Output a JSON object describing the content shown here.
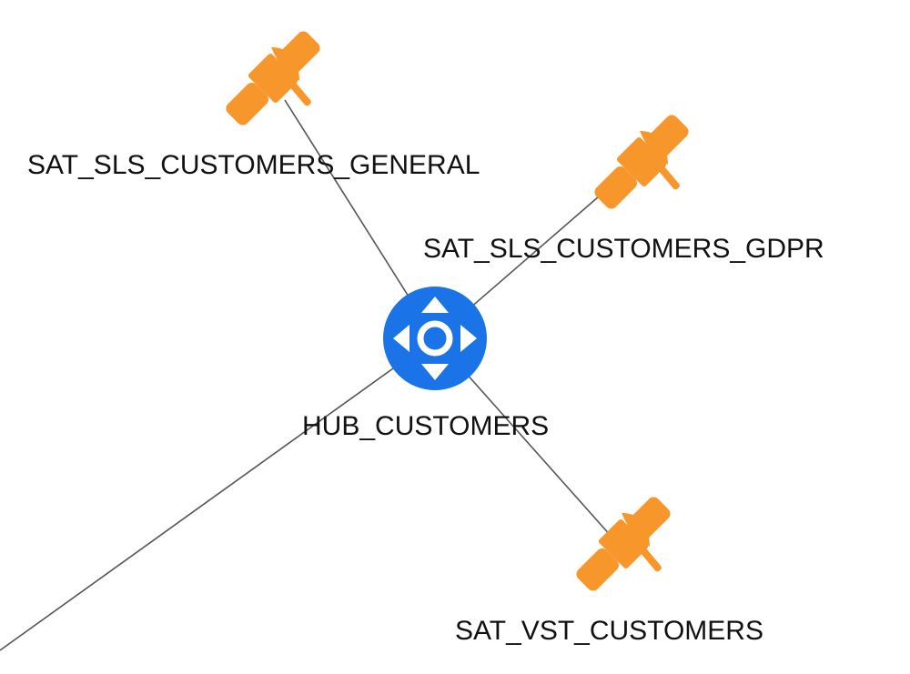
{
  "colors": {
    "satellite": "#F7962B",
    "hub": "#1A74E8",
    "edge": "#555555",
    "label": "#111111"
  },
  "nodes": {
    "hub": {
      "label": "HUB_CUSTOMERS",
      "icon": "hub-move-icon"
    },
    "sat_general": {
      "label": "SAT_SLS_CUSTOMERS_GENERAL",
      "icon": "satellite-icon"
    },
    "sat_gdpr": {
      "label": "SAT_SLS_CUSTOMERS_GDPR",
      "icon": "satellite-icon"
    },
    "sat_vst": {
      "label": "SAT_VST_CUSTOMERS",
      "icon": "satellite-icon"
    }
  }
}
